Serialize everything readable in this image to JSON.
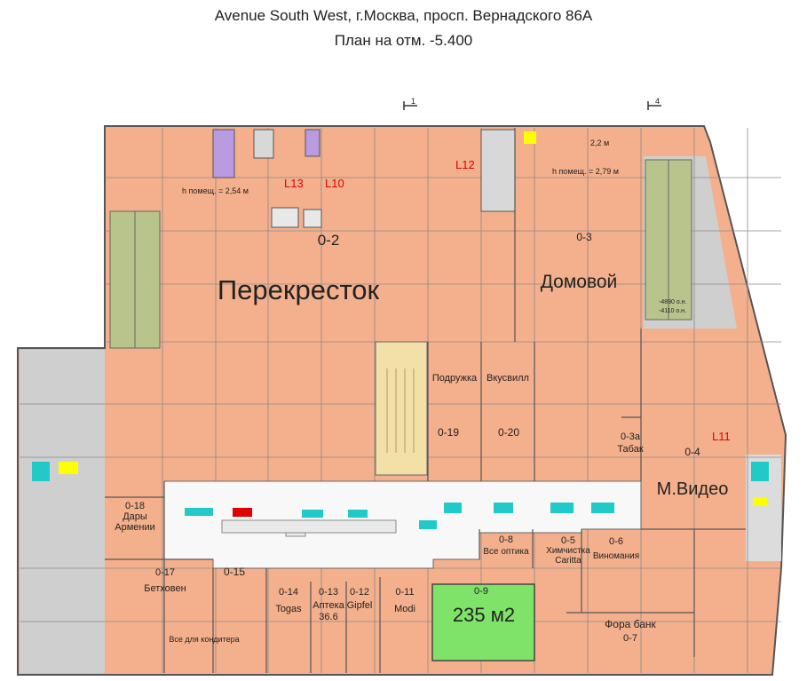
{
  "header": {
    "title": "Avenue South West, г.Москва, просп. Вернадского 86А",
    "subtitle": "План на отм. -5.400"
  },
  "axes": {
    "a1": "1",
    "a4": "4"
  },
  "colors": {
    "tenant": "#f4b08c",
    "core": "#cfcfcf",
    "corridor": "#f4f4f4",
    "highlight": "#7fe36a",
    "escalator": "#b8c48c",
    "stair": "#f2e0a8",
    "lift": "#b89be0",
    "cyan": "#22c9c9",
    "red": "#e00000"
  },
  "labels": {
    "height1": "h помещ. = 2,54 м",
    "height2": "h помещ. = 2,79 м",
    "h22": "2,2 м",
    "L13": "L13",
    "L10": "L10",
    "L12": "L12",
    "L11": "L11",
    "elev1": "-4890 о.н.",
    "elev2": "-4110 о.н."
  },
  "units": {
    "u02": {
      "code": "0-2",
      "name": "Перекресток"
    },
    "u03": {
      "code": "0-3",
      "name": "Домовой"
    },
    "u19": {
      "code": "0-19",
      "name": "Подружка"
    },
    "u20": {
      "code": "0-20",
      "name": "Вкусвилл"
    },
    "u3a": {
      "code": "0-3а",
      "name": "Табак"
    },
    "u04": {
      "code": "0-4",
      "name": "М.Видео"
    },
    "u18": {
      "code": "0-18",
      "name1": "Дары",
      "name2": "Армении"
    },
    "u17": {
      "code": "0-17",
      "name": "Бетховен"
    },
    "u15": {
      "code": "0-15"
    },
    "u14": {
      "code": "0-14",
      "name": "Togas"
    },
    "u13": {
      "code": "0-13",
      "name1": "Аптека",
      "name2": "36.6"
    },
    "u12": {
      "code": "0-12",
      "name": "Gipfel"
    },
    "u11": {
      "code": "0-11",
      "name": "Modi"
    },
    "u09": {
      "code": "0-9",
      "area": "235 м2"
    },
    "u08": {
      "code": "0-8",
      "name": "Все оптика"
    },
    "u05": {
      "code": "0-5",
      "name1": "Химчистка",
      "name2": "Caritta"
    },
    "u06": {
      "code": "0-6",
      "name": "Виномания"
    },
    "u07": {
      "code": "0-7",
      "name": "Фора банк"
    },
    "u16": {
      "name": "Все для кондитера"
    }
  }
}
